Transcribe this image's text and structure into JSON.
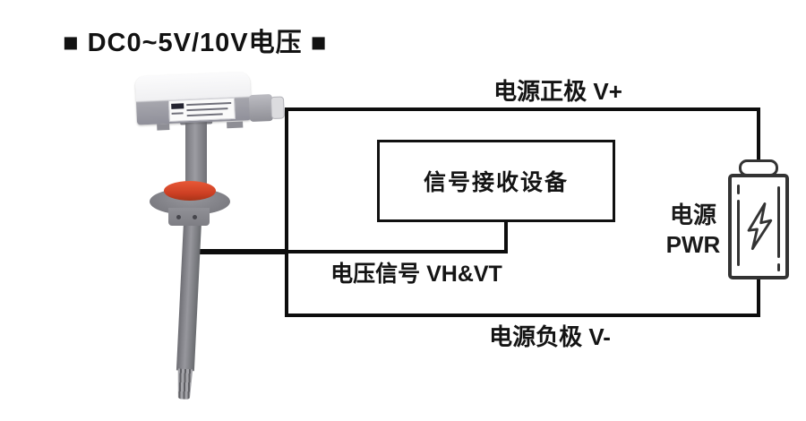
{
  "title": "■ DC0~5V/10V电压 ■",
  "diagram": {
    "receiver_box_label": "信号接收设备",
    "wire_labels": {
      "positive": "电源正极 V+",
      "signal": "电压信号 VH&VT",
      "negative": "电源负极 V-"
    },
    "power_supply": {
      "label_cn": "电源",
      "label_en": "PWR",
      "icon": "battery-with-lightning-icon"
    },
    "sensor": {
      "icon": "duct-probe-sensor-image"
    },
    "colors": {
      "wire": "#0d0d0d",
      "battery_outline": "#333333",
      "sensor_ring_red": "#d8432b",
      "text": "#141414",
      "background": "#ffffff"
    }
  }
}
